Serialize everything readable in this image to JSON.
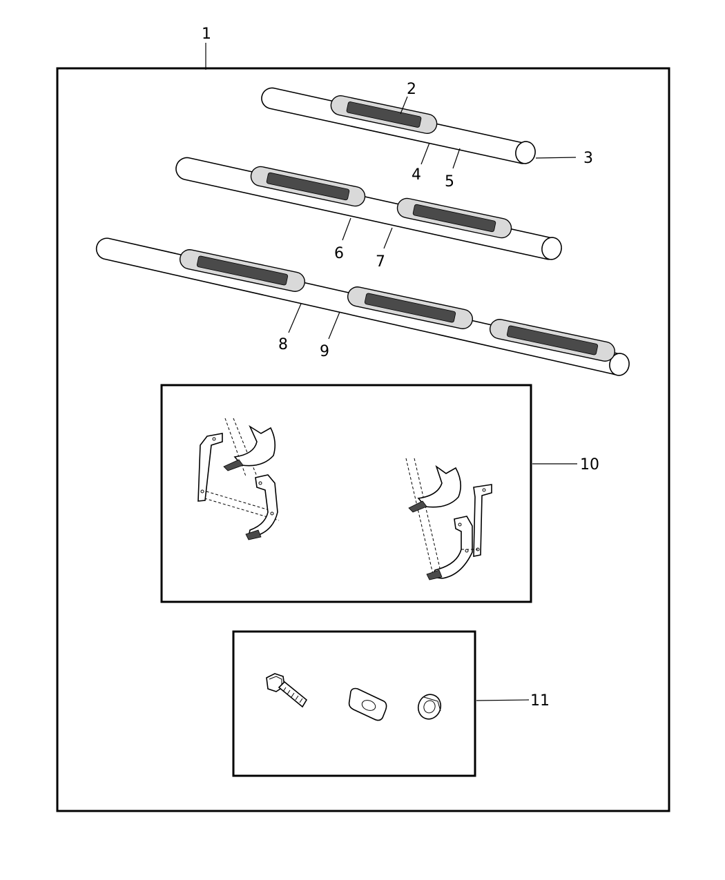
{
  "callouts": [
    {
      "id": "1",
      "label": "1"
    },
    {
      "id": "2",
      "label": "2"
    },
    {
      "id": "3",
      "label": "3"
    },
    {
      "id": "4",
      "label": "4"
    },
    {
      "id": "5",
      "label": "5"
    },
    {
      "id": "6",
      "label": "6"
    },
    {
      "id": "7",
      "label": "7"
    },
    {
      "id": "8",
      "label": "8"
    },
    {
      "id": "9",
      "label": "9"
    },
    {
      "id": "10",
      "label": "10"
    },
    {
      "id": "11",
      "label": "11"
    }
  ],
  "parts": [
    {
      "name": "short-step-bar",
      "pads": 1
    },
    {
      "name": "medium-step-bar",
      "pads": 2
    },
    {
      "name": "long-step-bar",
      "pads": 3
    },
    {
      "name": "mounting-bracket-kit"
    },
    {
      "name": "hardware-kit",
      "items": [
        "bolt",
        "nut-plate",
        "flange-nut"
      ]
    }
  ]
}
